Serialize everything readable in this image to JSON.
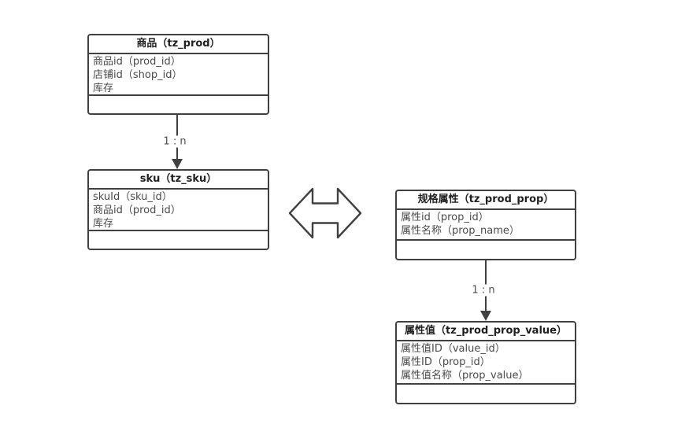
{
  "diagram": {
    "type": "entity-relationship",
    "background_color": "#ffffff",
    "line_color": "#404040",
    "header_text_color": "#1f1f1f",
    "field_text_color": "#4a4a4a"
  },
  "entities": [
    {
      "id": "prod",
      "title": "商品（tz_prod）",
      "fields": [
        "商品id（prod_id）",
        "店铺id（shop_id）",
        "库存"
      ]
    },
    {
      "id": "sku",
      "title": "sku（tz_sku）",
      "fields": [
        "skuId（sku_id）",
        "商品id（prod_id）",
        "库存"
      ]
    },
    {
      "id": "prod_prop",
      "title": "规格属性（tz_prod_prop）",
      "fields": [
        "属性id（prop_id）",
        "属性名称（prop_name）"
      ]
    },
    {
      "id": "prod_prop_value",
      "title": "属性值（tz_prod_prop_value）",
      "fields": [
        "属性值ID（value_id）",
        "属性ID（prop_id）",
        "属性值名称（prop_value）"
      ]
    }
  ],
  "connectors": [
    {
      "from": "prod",
      "to": "sku",
      "label": "1 : n",
      "direction": "down"
    },
    {
      "from": "prod_prop",
      "to": "prod_prop_value",
      "label": "1 : n",
      "direction": "down"
    }
  ],
  "shapes": [
    {
      "id": "double-horizontal-arrow",
      "description": "hollow two-headed left-right arrow between sku and prod_prop"
    }
  ]
}
